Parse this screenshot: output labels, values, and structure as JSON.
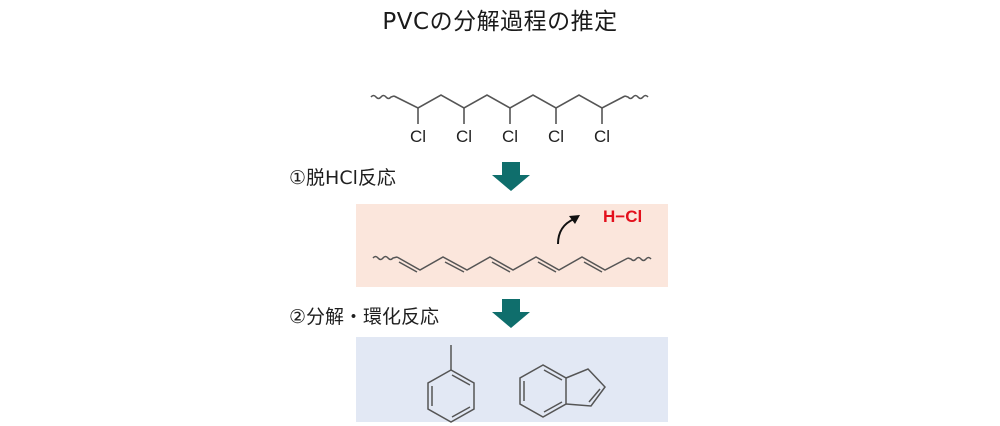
{
  "title": "PVCの分解過程の推定",
  "colors": {
    "arrow": "#0f6e6c",
    "box1_bg": "#fbe6dc",
    "box2_bg": "#e2e8f4",
    "bond": "#555555",
    "hcl_text": "#e3101c"
  },
  "pvc_chain": {
    "substituent_labels": [
      "Cl",
      "Cl",
      "Cl",
      "Cl",
      "Cl"
    ]
  },
  "steps": [
    {
      "label": "①脱HCl反応",
      "icon": "down-arrow-icon"
    },
    {
      "label": "②分解・環化反応",
      "icon": "down-arrow-icon"
    }
  ],
  "polyene": {
    "eliminated": "H−Cl",
    "curved_arrow_icon": "curved-arrow-icon"
  },
  "products": [
    {
      "name": "toluene"
    },
    {
      "name": "indene"
    }
  ]
}
